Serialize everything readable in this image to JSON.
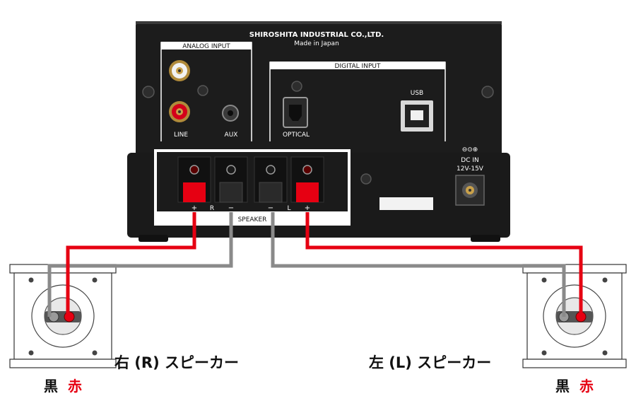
{
  "amp": {
    "maker": "SHIROSHITA INDUSTRIAL CO.,LTD.",
    "made_in": "Made in Japan",
    "analog_title": "ANALOG INPUT",
    "line_label": "LINE",
    "aux_label": "AUX",
    "digital_title": "DIGITAL INPUT",
    "optical_label": "OPTICAL",
    "usb_label": "USB",
    "dc_symbol": "⊖⊙⊕",
    "dc_label": "DC IN",
    "dc_voltage": "12V-15V",
    "speaker_title": "SPEAKER",
    "terminal_plus": "+",
    "terminal_minus": "−",
    "channel_r": "R",
    "channel_l": "L"
  },
  "speakers": {
    "right_title": "右 (R) スピーカー",
    "left_title": "左 (L) スピーカー",
    "black_label": "黒",
    "red_label": "赤"
  },
  "colors": {
    "red_wire": "#e60012",
    "gray_wire": "#8a8a8a",
    "panel": "#1f1f1f",
    "red_label": "#e60012"
  }
}
